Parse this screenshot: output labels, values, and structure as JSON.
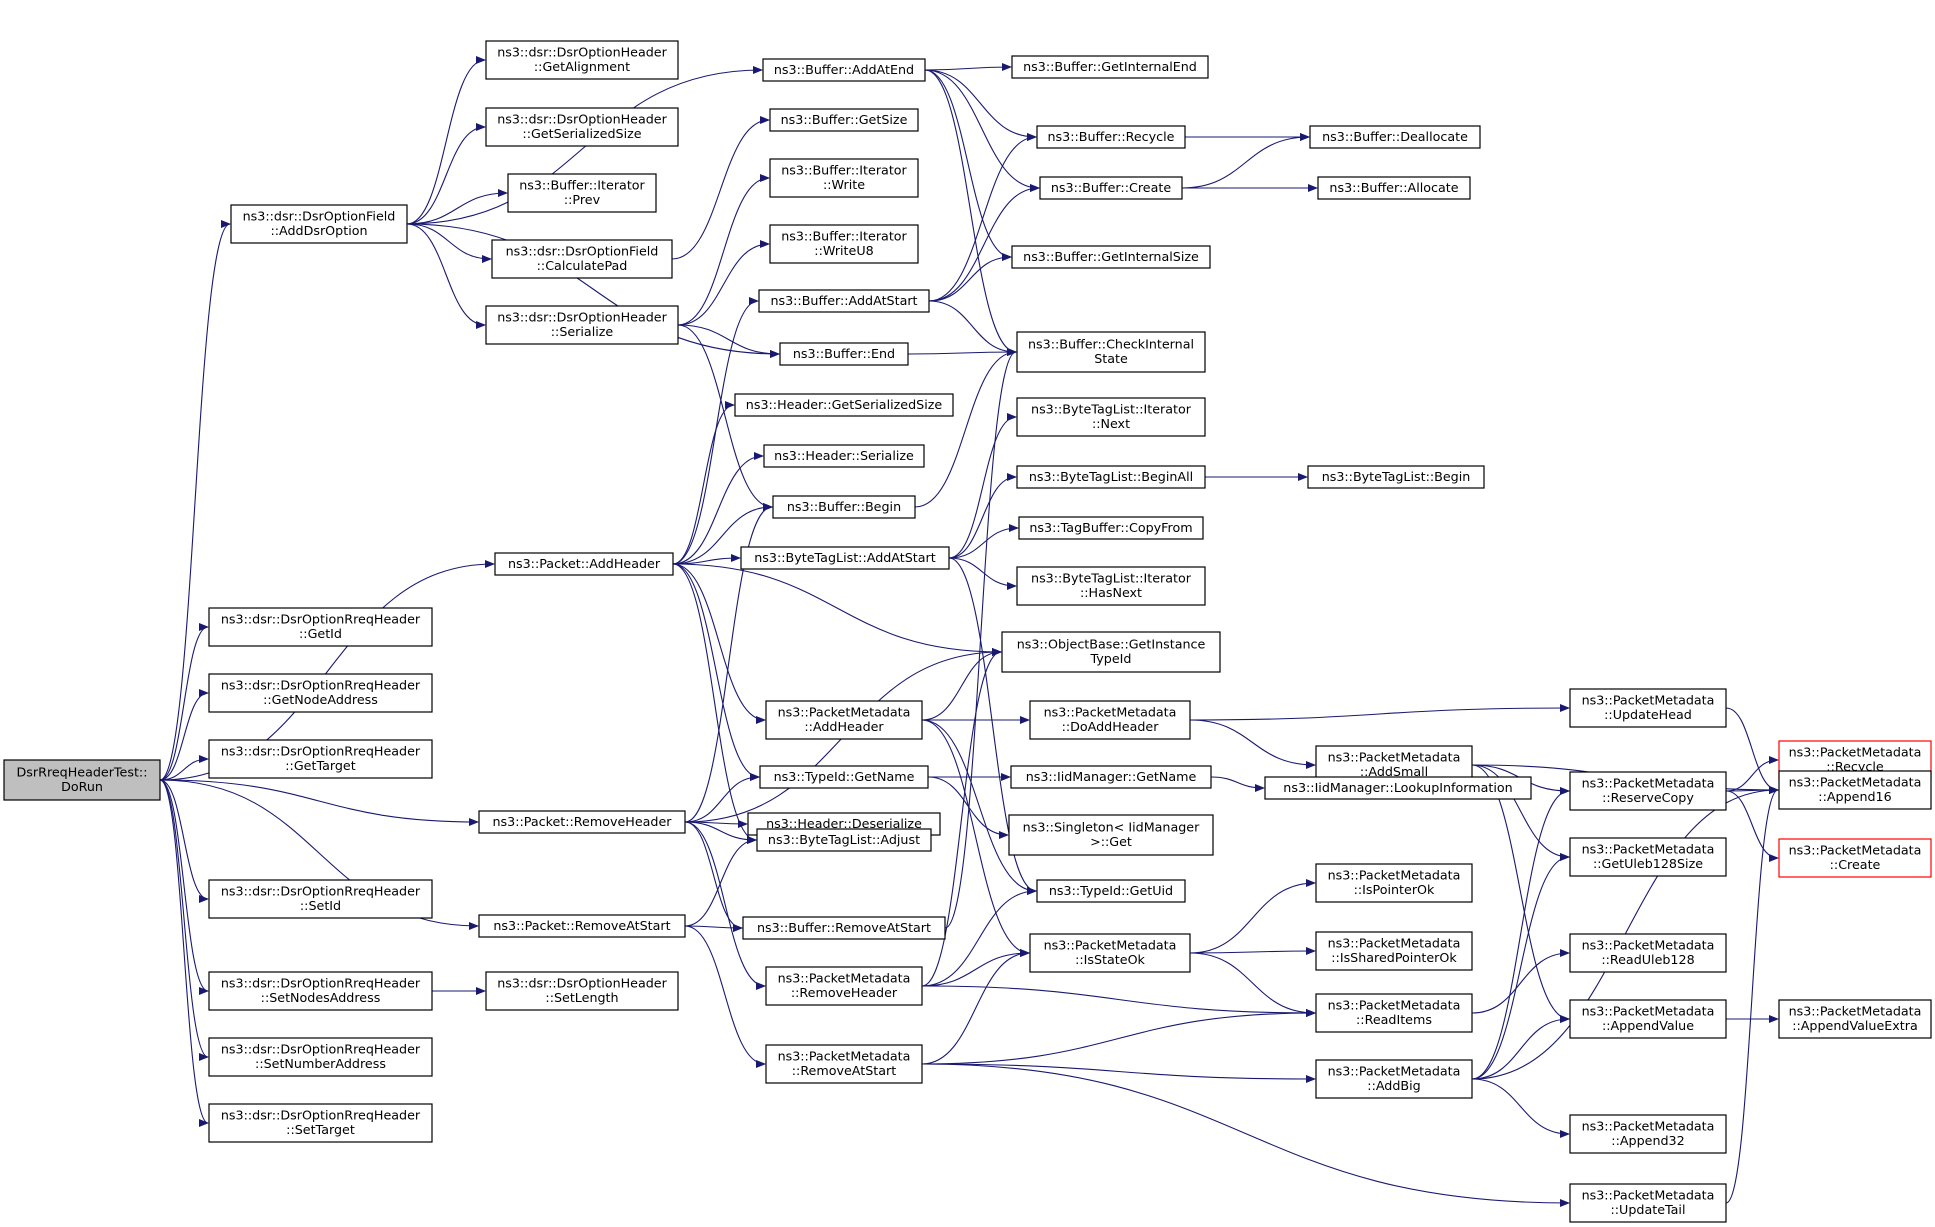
{
  "colors": {
    "edge": "#191970",
    "root_fill": "#bfbfbf",
    "node_border": "#000000",
    "highlight_border": "#ff0000"
  },
  "graph": {
    "nodes": [
      {
        "id": "root",
        "lines": [
          "DsrRreqHeaderTest::",
          "DoRun"
        ]
      },
      {
        "id": "addDsrOption",
        "lines": [
          "ns3::dsr::DsrOptionField",
          "::AddDsrOption"
        ]
      },
      {
        "id": "getAlignment",
        "lines": [
          "ns3::dsr::DsrOptionHeader",
          "::GetAlignment"
        ]
      },
      {
        "id": "getSerializedSizeOpt",
        "lines": [
          "ns3::dsr::DsrOptionHeader",
          "::GetSerializedSize"
        ]
      },
      {
        "id": "iterPrev",
        "lines": [
          "ns3::Buffer::Iterator",
          "::Prev"
        ]
      },
      {
        "id": "calculatePad",
        "lines": [
          "ns3::dsr::DsrOptionField",
          "::CalculatePad"
        ]
      },
      {
        "id": "optSerialize",
        "lines": [
          "ns3::dsr::DsrOptionHeader",
          "::Serialize"
        ]
      },
      {
        "id": "addAtEnd",
        "lines": [
          "ns3::Buffer::AddAtEnd"
        ]
      },
      {
        "id": "bufGetSize",
        "lines": [
          "ns3::Buffer::GetSize"
        ]
      },
      {
        "id": "iterWrite",
        "lines": [
          "ns3::Buffer::Iterator",
          "::Write"
        ]
      },
      {
        "id": "iterWriteU8",
        "lines": [
          "ns3::Buffer::Iterator",
          "::WriteU8"
        ]
      },
      {
        "id": "bufAddAtStart",
        "lines": [
          "ns3::Buffer::AddAtStart"
        ]
      },
      {
        "id": "bufEnd",
        "lines": [
          "ns3::Buffer::End"
        ]
      },
      {
        "id": "getInternalEnd",
        "lines": [
          "ns3::Buffer::GetInternalEnd"
        ]
      },
      {
        "id": "bufRecycle",
        "lines": [
          "ns3::Buffer::Recycle"
        ]
      },
      {
        "id": "bufCreate",
        "lines": [
          "ns3::Buffer::Create"
        ]
      },
      {
        "id": "getInternalSize",
        "lines": [
          "ns3::Buffer::GetInternalSize"
        ]
      },
      {
        "id": "checkInternal",
        "lines": [
          "ns3::Buffer::CheckInternal",
          "State"
        ]
      },
      {
        "id": "deallocate",
        "lines": [
          "ns3::Buffer::Deallocate"
        ]
      },
      {
        "id": "allocate",
        "lines": [
          "ns3::Buffer::Allocate"
        ]
      },
      {
        "id": "hdrGetSerializedSize",
        "lines": [
          "ns3::Header::GetSerializedSize"
        ]
      },
      {
        "id": "hdrSerialize",
        "lines": [
          "ns3::Header::Serialize"
        ]
      },
      {
        "id": "bufBegin",
        "lines": [
          "ns3::Buffer::Begin"
        ]
      },
      {
        "id": "pktAddHeader",
        "lines": [
          "ns3::Packet::AddHeader"
        ]
      },
      {
        "id": "btlAddAtStart",
        "lines": [
          "ns3::ByteTagList::AddAtStart"
        ]
      },
      {
        "id": "btlIterNext",
        "lines": [
          "ns3::ByteTagList::Iterator",
          "::Next"
        ]
      },
      {
        "id": "btlBeginAll",
        "lines": [
          "ns3::ByteTagList::BeginAll"
        ]
      },
      {
        "id": "btlBegin",
        "lines": [
          "ns3::ByteTagList::Begin"
        ]
      },
      {
        "id": "tagCopyFrom",
        "lines": [
          "ns3::TagBuffer::CopyFrom"
        ]
      },
      {
        "id": "btlIterHasNext",
        "lines": [
          "ns3::ByteTagList::Iterator",
          "::HasNext"
        ]
      },
      {
        "id": "getInstanceTypeId",
        "lines": [
          "ns3::ObjectBase::GetInstance",
          "TypeId"
        ]
      },
      {
        "id": "getId",
        "lines": [
          "ns3::dsr::DsrOptionRreqHeader",
          "::GetId"
        ]
      },
      {
        "id": "getNodeAddress",
        "lines": [
          "ns3::dsr::DsrOptionRreqHeader",
          "::GetNodeAddress"
        ]
      },
      {
        "id": "getTarget",
        "lines": [
          "ns3::dsr::DsrOptionRreqHeader",
          "::GetTarget"
        ]
      },
      {
        "id": "pmAddHeader",
        "lines": [
          "ns3::PacketMetadata",
          "::AddHeader"
        ]
      },
      {
        "id": "pmDoAddHeader",
        "lines": [
          "ns3::PacketMetadata",
          "::DoAddHeader"
        ]
      },
      {
        "id": "pmUpdateHead",
        "lines": [
          "ns3::PacketMetadata",
          "::UpdateHead"
        ]
      },
      {
        "id": "pmAddSmall",
        "lines": [
          "ns3::PacketMetadata",
          "::AddSmall"
        ]
      },
      {
        "id": "pmRecycle",
        "lines": [
          "ns3::PacketMetadata",
          "::Recycle"
        ],
        "highlight": true
      },
      {
        "id": "typeIdGetName",
        "lines": [
          "ns3::TypeId::GetName"
        ]
      },
      {
        "id": "iidGetName",
        "lines": [
          "ns3::IidManager::GetName"
        ]
      },
      {
        "id": "iidLookup",
        "lines": [
          "ns3::IidManager::LookupInformation"
        ]
      },
      {
        "id": "pmReserveCopy",
        "lines": [
          "ns3::PacketMetadata",
          "::ReserveCopy"
        ]
      },
      {
        "id": "pmAppend16",
        "lines": [
          "ns3::PacketMetadata",
          "::Append16"
        ]
      },
      {
        "id": "pktRemoveHeader",
        "lines": [
          "ns3::Packet::RemoveHeader"
        ]
      },
      {
        "id": "hdrDeserialize",
        "lines": [
          "ns3::Header::Deserialize"
        ]
      },
      {
        "id": "singletonGet",
        "lines": [
          "ns3::Singleton< IidManager",
          ">::Get"
        ]
      },
      {
        "id": "pmCreate",
        "lines": [
          "ns3::PacketMetadata",
          "::Create"
        ],
        "highlight": true
      },
      {
        "id": "btlAdjust",
        "lines": [
          "ns3::ByteTagList::Adjust"
        ]
      },
      {
        "id": "pmGetUleb128Size",
        "lines": [
          "ns3::PacketMetadata",
          "::GetUleb128Size"
        ]
      },
      {
        "id": "typeIdGetUid",
        "lines": [
          "ns3::TypeId::GetUid"
        ]
      },
      {
        "id": "pmIsPointerOk",
        "lines": [
          "ns3::PacketMetadata",
          "::IsPointerOk"
        ]
      },
      {
        "id": "setId",
        "lines": [
          "ns3::dsr::DsrOptionRreqHeader",
          "::SetId"
        ]
      },
      {
        "id": "pktRemoveAtStart",
        "lines": [
          "ns3::Packet::RemoveAtStart"
        ]
      },
      {
        "id": "bufRemoveAtStart",
        "lines": [
          "ns3::Buffer::RemoveAtStart"
        ]
      },
      {
        "id": "pmIsStateOk",
        "lines": [
          "ns3::PacketMetadata",
          "::IsStateOk"
        ]
      },
      {
        "id": "pmIsSharedPointerOk",
        "lines": [
          "ns3::PacketMetadata",
          "::IsSharedPointerOk"
        ]
      },
      {
        "id": "pmReadUleb128",
        "lines": [
          "ns3::PacketMetadata",
          "::ReadUleb128"
        ]
      },
      {
        "id": "setNodesAddress",
        "lines": [
          "ns3::dsr::DsrOptionRreqHeader",
          "::SetNodesAddress"
        ]
      },
      {
        "id": "setLength",
        "lines": [
          "ns3::dsr::DsrOptionHeader",
          "::SetLength"
        ]
      },
      {
        "id": "pmRemoveHeader",
        "lines": [
          "ns3::PacketMetadata",
          "::RemoveHeader"
        ]
      },
      {
        "id": "pmReadItems",
        "lines": [
          "ns3::PacketMetadata",
          "::ReadItems"
        ]
      },
      {
        "id": "pmAppendValue",
        "lines": [
          "ns3::PacketMetadata",
          "::AppendValue"
        ]
      },
      {
        "id": "pmAppendValueExtra",
        "lines": [
          "ns3::PacketMetadata",
          "::AppendValueExtra"
        ]
      },
      {
        "id": "setNumberAddress",
        "lines": [
          "ns3::dsr::DsrOptionRreqHeader",
          "::SetNumberAddress"
        ]
      },
      {
        "id": "pmRemoveAtStart",
        "lines": [
          "ns3::PacketMetadata",
          "::RemoveAtStart"
        ]
      },
      {
        "id": "pmAddBig",
        "lines": [
          "ns3::PacketMetadata",
          "::AddBig"
        ]
      },
      {
        "id": "setTarget",
        "lines": [
          "ns3::dsr::DsrOptionRreqHeader",
          "::SetTarget"
        ]
      },
      {
        "id": "pmAppend32",
        "lines": [
          "ns3::PacketMetadata",
          "::Append32"
        ]
      },
      {
        "id": "pmUpdateTail",
        "lines": [
          "ns3::PacketMetadata",
          "::UpdateTail"
        ]
      }
    ],
    "edges": [
      [
        "root",
        "addDsrOption"
      ],
      [
        "root",
        "pktAddHeader"
      ],
      [
        "root",
        "getId"
      ],
      [
        "root",
        "getNodeAddress"
      ],
      [
        "root",
        "getTarget"
      ],
      [
        "root",
        "pktRemoveHeader"
      ],
      [
        "root",
        "pktRemoveAtStart"
      ],
      [
        "root",
        "setId"
      ],
      [
        "root",
        "setNodesAddress"
      ],
      [
        "root",
        "setNumberAddress"
      ],
      [
        "root",
        "setTarget"
      ],
      [
        "addDsrOption",
        "getAlignment"
      ],
      [
        "addDsrOption",
        "getSerializedSizeOpt"
      ],
      [
        "addDsrOption",
        "iterPrev"
      ],
      [
        "addDsrOption",
        "calculatePad"
      ],
      [
        "addDsrOption",
        "optSerialize"
      ],
      [
        "addDsrOption",
        "addAtEnd"
      ],
      [
        "addDsrOption",
        "bufEnd"
      ],
      [
        "calculatePad",
        "bufGetSize"
      ],
      [
        "optSerialize",
        "iterWrite"
      ],
      [
        "optSerialize",
        "iterWriteU8"
      ],
      [
        "optSerialize",
        "bufEnd"
      ],
      [
        "optSerialize",
        "bufBegin"
      ],
      [
        "addAtEnd",
        "getInternalEnd"
      ],
      [
        "addAtEnd",
        "bufRecycle"
      ],
      [
        "addAtEnd",
        "bufCreate"
      ],
      [
        "addAtEnd",
        "getInternalSize"
      ],
      [
        "addAtEnd",
        "checkInternal"
      ],
      [
        "bufAddAtStart",
        "bufRecycle"
      ],
      [
        "bufAddAtStart",
        "bufCreate"
      ],
      [
        "bufAddAtStart",
        "getInternalSize"
      ],
      [
        "bufAddAtStart",
        "checkInternal"
      ],
      [
        "bufRecycle",
        "deallocate"
      ],
      [
        "bufCreate",
        "deallocate"
      ],
      [
        "bufCreate",
        "allocate"
      ],
      [
        "bufEnd",
        "checkInternal"
      ],
      [
        "bufBegin",
        "checkInternal"
      ],
      [
        "pktAddHeader",
        "bufAddAtStart"
      ],
      [
        "pktAddHeader",
        "hdrGetSerializedSize"
      ],
      [
        "pktAddHeader",
        "hdrSerialize"
      ],
      [
        "pktAddHeader",
        "bufBegin"
      ],
      [
        "pktAddHeader",
        "btlAddAtStart"
      ],
      [
        "pktAddHeader",
        "getInstanceTypeId"
      ],
      [
        "pktAddHeader",
        "pmAddHeader"
      ],
      [
        "pktAddHeader",
        "typeIdGetName"
      ],
      [
        "pktAddHeader",
        "btlAdjust"
      ],
      [
        "btlAddAtStart",
        "btlIterNext"
      ],
      [
        "btlAddAtStart",
        "btlBeginAll"
      ],
      [
        "btlAddAtStart",
        "tagCopyFrom"
      ],
      [
        "btlAddAtStart",
        "btlIterHasNext"
      ],
      [
        "btlAddAtStart",
        "typeIdGetUid"
      ],
      [
        "btlBeginAll",
        "btlBegin"
      ],
      [
        "pmAddHeader",
        "getInstanceTypeId"
      ],
      [
        "pmAddHeader",
        "pmDoAddHeader"
      ],
      [
        "pmAddHeader",
        "typeIdGetUid"
      ],
      [
        "pmAddHeader",
        "pmIsStateOk"
      ],
      [
        "pmDoAddHeader",
        "pmUpdateHead"
      ],
      [
        "pmDoAddHeader",
        "pmAddSmall"
      ],
      [
        "pmUpdateHead",
        "pmAppend16"
      ],
      [
        "pmAddSmall",
        "pmReserveCopy"
      ],
      [
        "pmAddSmall",
        "pmAppend16"
      ],
      [
        "pmAddSmall",
        "pmGetUleb128Size"
      ],
      [
        "pmAddSmall",
        "pmAppendValue"
      ],
      [
        "pmReserveCopy",
        "pmRecycle"
      ],
      [
        "pmReserveCopy",
        "pmAppend16"
      ],
      [
        "pmReserveCopy",
        "pmCreate"
      ],
      [
        "typeIdGetName",
        "iidGetName"
      ],
      [
        "typeIdGetName",
        "singletonGet"
      ],
      [
        "iidGetName",
        "iidLookup"
      ],
      [
        "pktRemoveHeader",
        "bufBegin"
      ],
      [
        "pktRemoveHeader",
        "getInstanceTypeId"
      ],
      [
        "pktRemoveHeader",
        "typeIdGetName"
      ],
      [
        "pktRemoveHeader",
        "hdrDeserialize"
      ],
      [
        "pktRemoveHeader",
        "btlAdjust"
      ],
      [
        "pktRemoveHeader",
        "bufRemoveAtStart"
      ],
      [
        "pktRemoveHeader",
        "pmRemoveHeader"
      ],
      [
        "pktRemoveAtStart",
        "btlAdjust"
      ],
      [
        "pktRemoveAtStart",
        "bufRemoveAtStart"
      ],
      [
        "pktRemoveAtStart",
        "pmRemoveAtStart"
      ],
      [
        "bufRemoveAtStart",
        "checkInternal"
      ],
      [
        "pmRemoveHeader",
        "getInstanceTypeId"
      ],
      [
        "pmRemoveHeader",
        "typeIdGetUid"
      ],
      [
        "pmRemoveHeader",
        "pmIsStateOk"
      ],
      [
        "pmRemoveHeader",
        "pmReadItems"
      ],
      [
        "pmIsStateOk",
        "pmIsPointerOk"
      ],
      [
        "pmIsStateOk",
        "pmIsSharedPointerOk"
      ],
      [
        "pmIsStateOk",
        "pmReadItems"
      ],
      [
        "pmReadItems",
        "pmReadUleb128"
      ],
      [
        "pmRemoveAtStart",
        "pmIsStateOk"
      ],
      [
        "pmRemoveAtStart",
        "pmReadItems"
      ],
      [
        "pmRemoveAtStart",
        "pmAddBig"
      ],
      [
        "pmRemoveAtStart",
        "pmUpdateTail"
      ],
      [
        "pmAddBig",
        "pmReserveCopy"
      ],
      [
        "pmAddBig",
        "pmAppend16"
      ],
      [
        "pmAddBig",
        "pmGetUleb128Size"
      ],
      [
        "pmAddBig",
        "pmAppendValue"
      ],
      [
        "pmAddBig",
        "pmAppend32"
      ],
      [
        "pmAppendValue",
        "pmAppendValueExtra"
      ],
      [
        "pmUpdateTail",
        "pmAppend16"
      ],
      [
        "setNodesAddress",
        "setLength"
      ]
    ]
  }
}
